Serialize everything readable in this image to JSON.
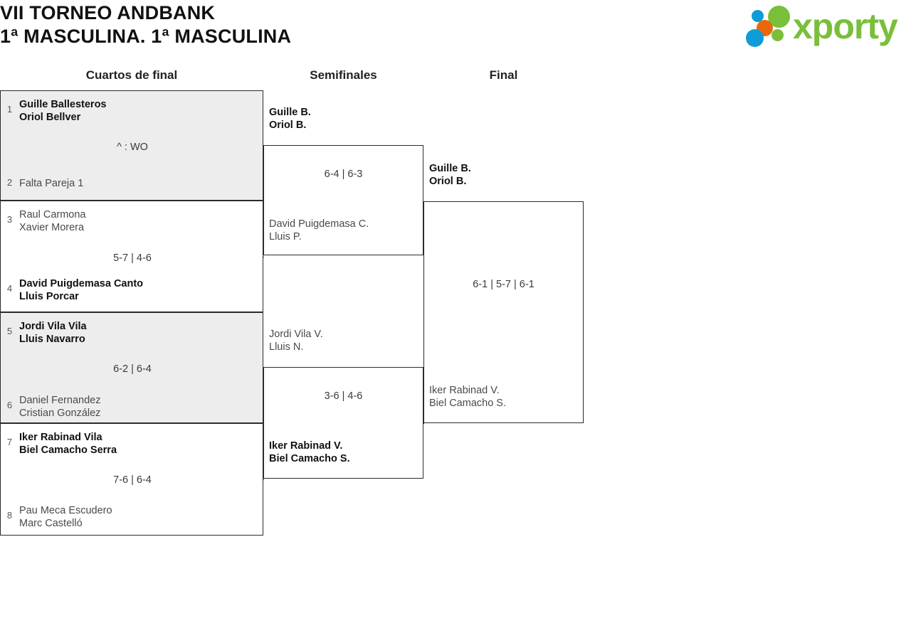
{
  "header": {
    "title_line1": "VII TORNEO ANDBANK",
    "title_line2": "1ª MASCULINA. 1ª MASCULINA",
    "logo_text": "xporty",
    "logo_colors": {
      "blue": "#0f9bd7",
      "orange": "#e8690b",
      "green": "#79bf3a"
    }
  },
  "rounds": {
    "quarterfinals_label": "Cuartos de final",
    "semifinals_label": "Semifinales",
    "final_label": "Final"
  },
  "bracket": {
    "quarterfinals": [
      {
        "seed_top": "1",
        "team_top_line1": "Guille Ballesteros",
        "team_top_line2": "Oriol Bellver",
        "top_is_winner": true,
        "score": "^ : WO",
        "seed_bottom": "2",
        "team_bottom_line1": "Falta Pareja 1",
        "team_bottom_line2": "",
        "bottom_is_winner": false,
        "shaded": true
      },
      {
        "seed_top": "3",
        "team_top_line1": "Raul Carmona",
        "team_top_line2": "Xavier Morera",
        "top_is_winner": false,
        "score": "5-7 | 4-6",
        "seed_bottom": "4",
        "team_bottom_line1": "David Puigdemasa Canto",
        "team_bottom_line2": "Lluis Porcar",
        "bottom_is_winner": true,
        "shaded": false
      },
      {
        "seed_top": "5",
        "team_top_line1": "Jordi Vila Vila",
        "team_top_line2": "Lluis Navarro",
        "top_is_winner": true,
        "score": "6-2 | 6-4",
        "seed_bottom": "6",
        "team_bottom_line1": "Daniel Fernandez",
        "team_bottom_line2": "Cristian González",
        "bottom_is_winner": false,
        "shaded": true
      },
      {
        "seed_top": "7",
        "team_top_line1": "Iker Rabinad Vila",
        "team_top_line2": "Biel Camacho Serra",
        "top_is_winner": true,
        "score": "7-6 | 6-4",
        "seed_bottom": "8",
        "team_bottom_line1": "Pau Meca Escudero",
        "team_bottom_line2": "Marc Castelló",
        "bottom_is_winner": false,
        "shaded": false
      }
    ],
    "semifinals": [
      {
        "team_top_line1": "Guille B.",
        "team_top_line2": "Oriol B.",
        "top_is_winner": true,
        "score": "6-4 | 6-3",
        "team_bottom_line1": "David Puigdemasa C.",
        "team_bottom_line2": "Lluis P.",
        "bottom_is_winner": false
      },
      {
        "team_top_line1": "Jordi Vila V.",
        "team_top_line2": "Lluis N.",
        "top_is_winner": false,
        "score": "3-6 | 4-6",
        "team_bottom_line1": "Iker Rabinad V.",
        "team_bottom_line2": "Biel Camacho S.",
        "bottom_is_winner": true
      }
    ],
    "final": {
      "team_top_line1": "Guille B.",
      "team_top_line2": "Oriol B.",
      "top_is_winner": true,
      "score": "6-1 | 5-7 | 6-1",
      "team_bottom_line1": "Iker Rabinad V.",
      "team_bottom_line2": "Biel Camacho S.",
      "bottom_is_winner": false
    }
  }
}
